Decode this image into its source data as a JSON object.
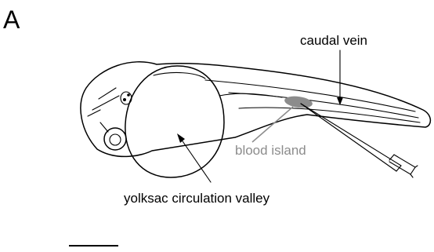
{
  "figure": {
    "panel_label": "A",
    "labels": {
      "caudal_vein": "caudal vein",
      "blood_island": "blood island",
      "yolksac_valley": "yolksac circulation valley"
    },
    "colors": {
      "line": "#000000",
      "blood_island_fill": "#8c8c8c",
      "blood_island_label": "#8c8c8c",
      "background": "#ffffff"
    }
  }
}
